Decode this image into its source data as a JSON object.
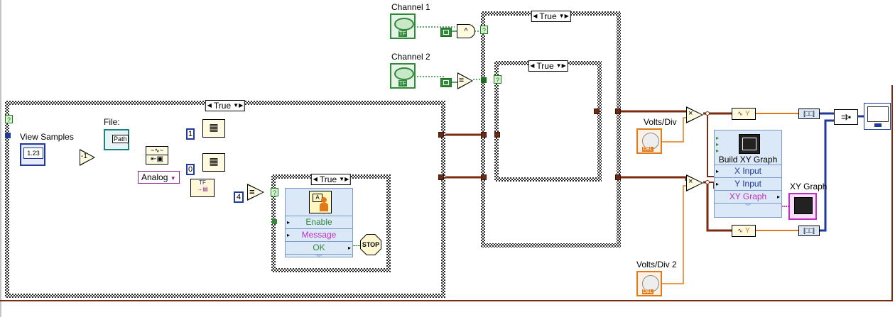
{
  "controls": {
    "channel1_label": "Channel 1",
    "channel2_label": "Channel 2",
    "view_samples_label": "View Samples",
    "file_label": "File:",
    "volts_div_label": "Volts/Div",
    "volts_div2_label": "Volts/Div 2",
    "xy_graph_label": "XY Graph",
    "analog_ring": "Analog",
    "num_glyph": "1.23",
    "path_glyph": "Path",
    "tf_glyph": "TF",
    "dbl_glyph": "DBL"
  },
  "structures": {
    "case_outer_left": "True",
    "case_inner_dialog": "True",
    "case_right_outer": "True",
    "case_right_inner": "True"
  },
  "constants": {
    "c1": "1",
    "c0": "0",
    "c4": "4"
  },
  "nodes": {
    "decrement": "-1",
    "and_glyph": "^",
    "equal_glyph": "=",
    "multiply": "×",
    "y_label": "Y",
    "stop_label": "STOP"
  },
  "dialog": {
    "enable": "Enable",
    "message": "Message",
    "ok": "OK"
  },
  "build_xy": {
    "title": "Build XY Graph",
    "x_input": "X Input",
    "y_input": "Y Input",
    "xy_graph": "XY Graph"
  },
  "colors": {
    "wire_numeric": "#1f3a9a",
    "wire_bool": "#2f8a3a",
    "wire_dynamic": "#7a2a10",
    "wire_double": "#e07a1a",
    "wire_cluster": "#8a2a8a"
  }
}
